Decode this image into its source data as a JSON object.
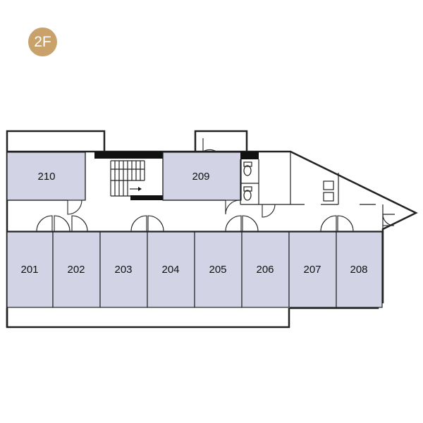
{
  "floor_label": "2F",
  "colors": {
    "badge": "#c8a26a",
    "room_fill": "#d3d3e6",
    "wall": "#222222"
  },
  "rooms": [
    {
      "number": "210"
    },
    {
      "number": "209"
    },
    {
      "number": "201"
    },
    {
      "number": "202"
    },
    {
      "number": "203"
    },
    {
      "number": "204"
    },
    {
      "number": "205"
    },
    {
      "number": "206"
    },
    {
      "number": "207"
    },
    {
      "number": "208"
    }
  ],
  "facilities": [
    "stairs-icon",
    "toilet-icon",
    "sink-icon",
    "door-swing-icon"
  ]
}
